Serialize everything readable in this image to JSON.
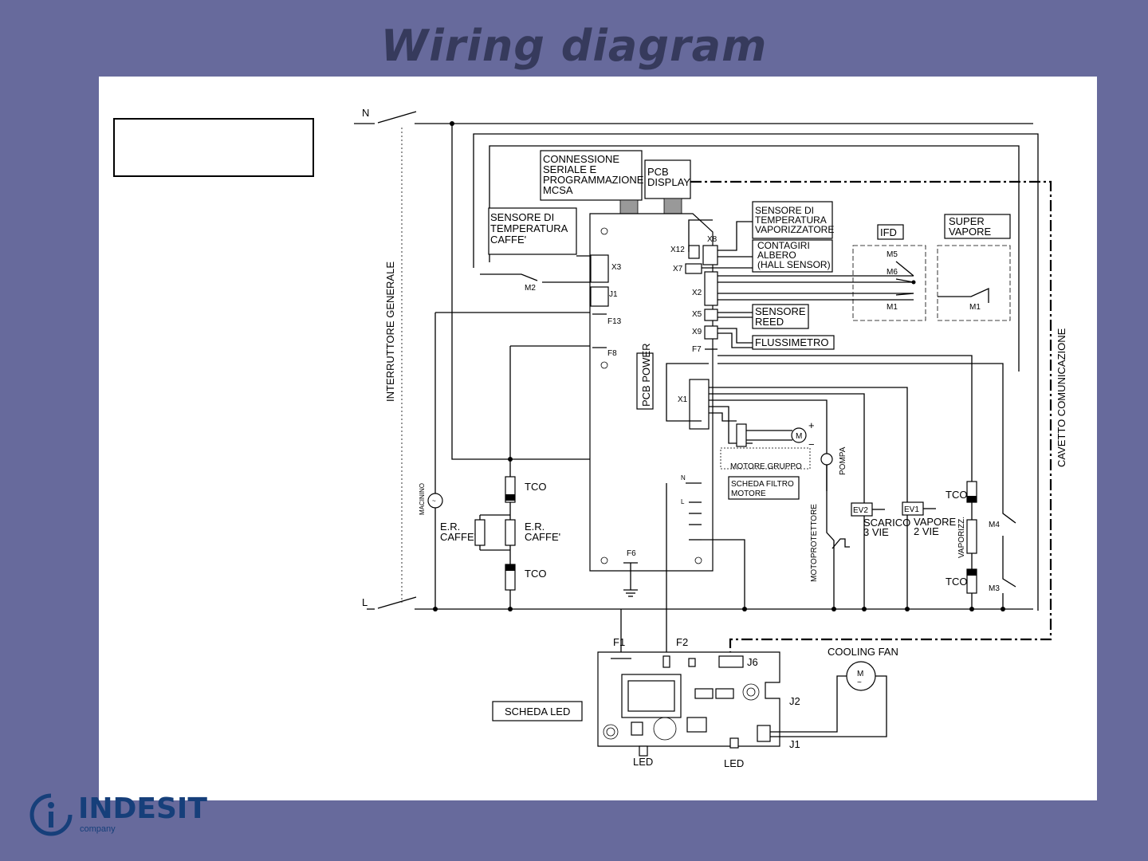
{
  "title": "Wiring diagram",
  "logo": {
    "word": "INDESIT",
    "sub": "company",
    "brand_color": "#163f7a"
  },
  "colors": {
    "background": "#676a9c",
    "title": "#363a5c",
    "panel": "#ffffff"
  },
  "diagram": {
    "lines": {
      "neutral": "N",
      "live": "L"
    },
    "main_switch": "INTERRUTTORE GENERALE",
    "comm_cable": "CAVETTO COMUNICAZIONE",
    "boxes": {
      "serial": [
        "CONNESSIONE",
        "SERIALE E",
        "PROGRAMMAZIONE",
        "MCSA"
      ],
      "pcb_display": [
        "PCB",
        "DISPLAY"
      ],
      "sensor_caffe": [
        "SENSORE DI",
        "TEMPERATURA",
        "CAFFE'"
      ],
      "sensor_vapor": [
        "SENSORE DI",
        "TEMPERATURA",
        "VAPORIZZATORE"
      ],
      "contagiri": [
        "CONTAGIRI",
        "ALBERO",
        "(HALL SENSOR)"
      ],
      "ifd": "IFD",
      "super_vapore": [
        "SUPER",
        "VAPORE"
      ],
      "sensore_reed": [
        "SENSORE",
        "REED"
      ],
      "flussimetro": "FLUSSIMETRO",
      "pcb_power": "PCB POWER",
      "scheda_filtro": [
        "SCHEDA FILTRO",
        "MOTORE"
      ],
      "scheda_led": "SCHEDA LED"
    },
    "connectors": {
      "x3": "X3",
      "j1": "J1",
      "f13": "F13",
      "f8": "F8",
      "x12": "X12",
      "x8": "X8",
      "x7": "X7",
      "x2": "X2",
      "x5": "X5",
      "x9": "X9",
      "f7": "F7",
      "x1": "X1",
      "n": "N",
      "l": "L",
      "f6": "F6"
    },
    "switches": {
      "m2": "M2",
      "m5": "M5",
      "m6": "M6",
      "m1a": "M1",
      "m1b": "M1",
      "m4": "M4",
      "m3": "M3"
    },
    "components": {
      "macinino": "MACININO",
      "tco_top": "TCO",
      "tco_bottom": "TCO",
      "er_left": [
        "E.R.",
        "CAFFE'"
      ],
      "er_right": [
        "E.R.",
        "CAFFE'"
      ],
      "motore_gruppo": "MOTORE GRUPPO",
      "motor_m": "M",
      "plus": "+",
      "minus": "−",
      "pompa": "POMPA",
      "motoprotettore": "MOTOPROTETTORE",
      "ev2": "EV2",
      "scarico": [
        "SCARICO",
        "3 VIE"
      ],
      "ev1": "EV1",
      "vapore": [
        "VAPORE",
        "2 VIE"
      ],
      "vaporizz": "VAPORIZZ.",
      "tco_v1": "TCO",
      "tco_v2": "TCO"
    },
    "led_board": {
      "f1": "F1",
      "f2": "F2",
      "j6": "J6",
      "j2": "J2",
      "j1": "J1",
      "cooling_fan": "COOLING FAN",
      "fan_m": "M",
      "led1": "LED",
      "led2": "LED"
    }
  }
}
